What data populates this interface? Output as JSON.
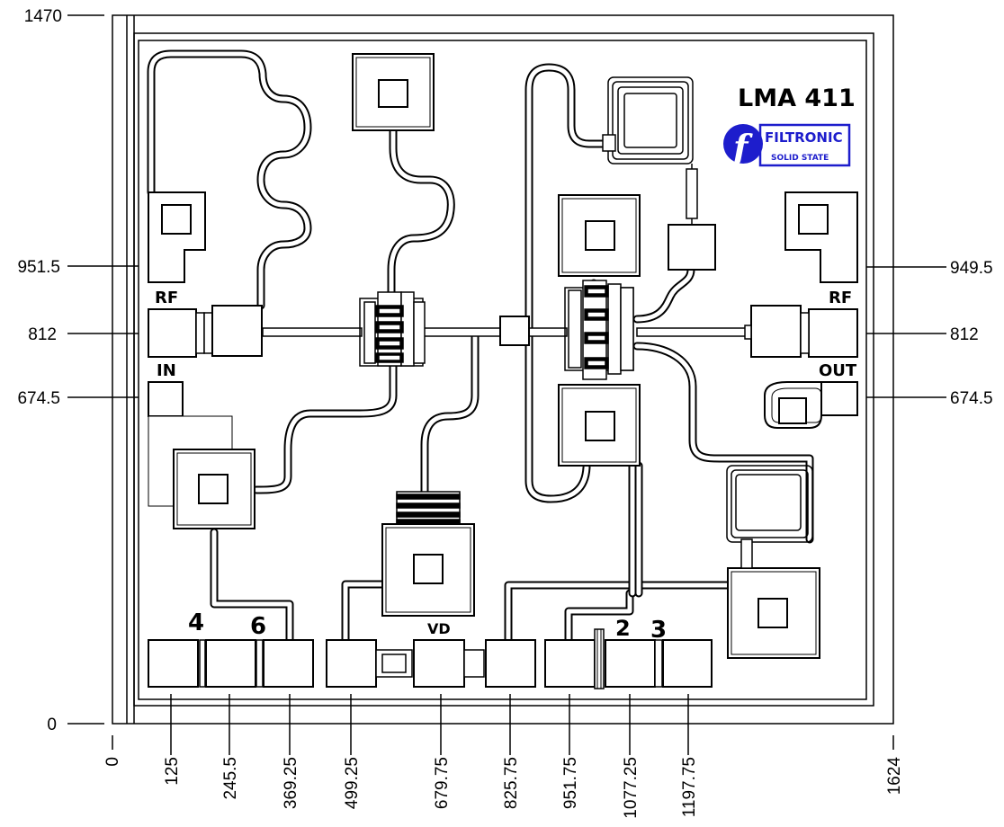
{
  "chip": {
    "part_number": "LMA 411",
    "logo": {
      "letter": "f",
      "name": "FILTRONIC",
      "subtitle": "SOLID STATE",
      "color": "#1d1dcc"
    }
  },
  "pad_labels": {
    "rf_in_top": "RF",
    "rf_in_bottom": "IN",
    "rf_out_top": "RF",
    "rf_out_bottom": "OUT",
    "bond_4": "4",
    "bond_6": "6",
    "vd": "VD",
    "bond_2": "2",
    "bond_3": "3"
  },
  "dimensions": {
    "left": [
      "1470",
      "951.5",
      "812",
      "674.5",
      "0"
    ],
    "right": [
      "949.5",
      "812",
      "674.5"
    ],
    "bottom": [
      "0",
      "125",
      "245.5",
      "369.25",
      "499.25",
      "679.75",
      "825.75",
      "951.75",
      "1077.25",
      "1197.75",
      "1624"
    ]
  }
}
